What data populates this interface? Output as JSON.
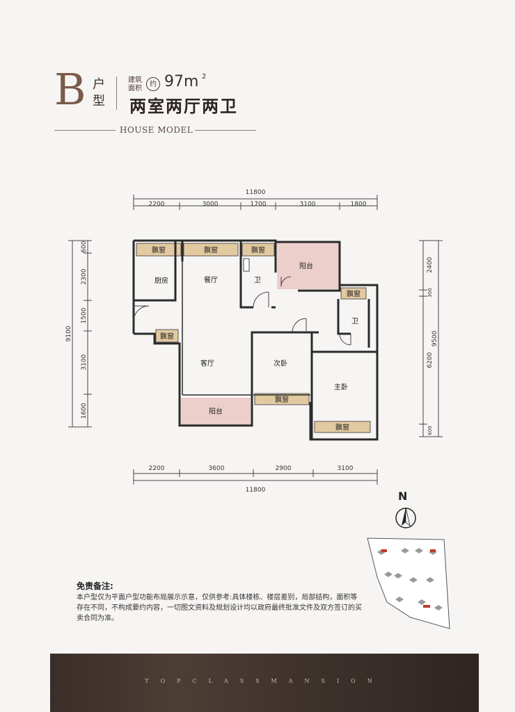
{
  "header": {
    "type_letter": "B",
    "type_char_1": "户",
    "type_char_2": "型",
    "area_label_1": "建筑",
    "area_label_2": "面积",
    "approx": "约",
    "area_value": "97m",
    "area_sup": "2",
    "layout_name": "两室两厅两卫",
    "subtitle": "HOUSE MODEL"
  },
  "dimensions": {
    "top_total": "11800",
    "top_segments": [
      "2200",
      "3000",
      "1700",
      "3100",
      "1800"
    ],
    "bottom_segments": [
      "2200",
      "3600",
      "2900",
      "3100"
    ],
    "bottom_total": "11800",
    "left_total": "9100",
    "left_segments": [
      "600",
      "2300",
      "1500",
      "3100",
      "1600"
    ],
    "right_total": "9500",
    "right_segments": [
      "2400",
      "300",
      "6200",
      "600"
    ]
  },
  "rooms": {
    "bay_window": "飘窗",
    "kitchen": "厨房",
    "dining": "餐厅",
    "bathroom": "卫",
    "balcony": "阳台",
    "living": "客厅",
    "second_bedroom": "次卧",
    "master_bedroom": "主卧"
  },
  "compass": {
    "label": "N"
  },
  "disclaimer": {
    "title": "免责备注:",
    "body": "本户型仅为平面户型功能布局展示示意，仅供参考:具体楼栋、楼层差别，局部结构，面积等存在不同，不构成要约内容，一切图文资料及规划设计均以政府最终批准文件及双方签订的买卖合同为准。"
  },
  "footer": {
    "text": "TOPCLASSMANSION"
  },
  "colors": {
    "brand": "#7a5a4a",
    "bay_window_fill": "#e3c9a0",
    "balcony_fill": "#eccfcb",
    "footer_bg": "#3a2e28"
  }
}
